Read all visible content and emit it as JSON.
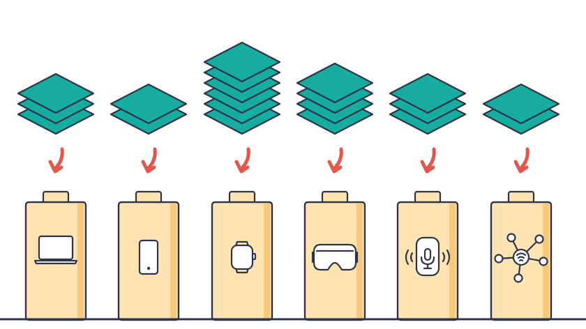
{
  "colors": {
    "layer_fill": "#16ADA0",
    "outline": "#2E3347",
    "arrow": "#E2574C",
    "battery_body": "#FDE4B2",
    "battery_shade": "#F6C97C",
    "icon_fill": "#FFFFFF",
    "background": "#FFFFFF"
  },
  "columns": [
    {
      "device": "laptop",
      "device_icon": "laptop-icon",
      "layer_count": 3
    },
    {
      "device": "smartphone",
      "device_icon": "smartphone-icon",
      "layer_count": 2
    },
    {
      "device": "smartwatch",
      "device_icon": "smartwatch-icon",
      "layer_count": 6
    },
    {
      "device": "vr-headset",
      "device_icon": "vr-headset-icon",
      "layer_count": 4
    },
    {
      "device": "smart-speaker",
      "device_icon": "smart-speaker-icon",
      "layer_count": 3
    },
    {
      "device": "iot-hub",
      "device_icon": "iot-hub-icon",
      "layer_count": 2
    }
  ]
}
